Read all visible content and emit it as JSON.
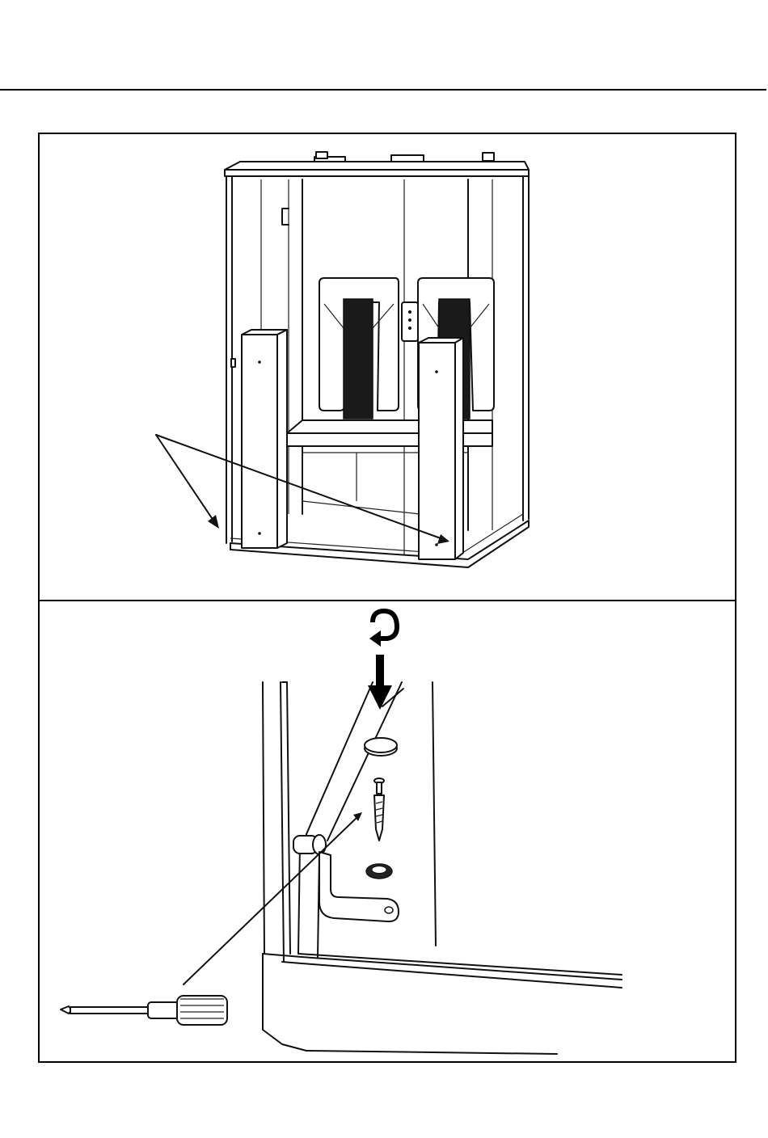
{
  "page": {
    "background": "#ffffff",
    "line_color": "#000000"
  },
  "figure_top": {
    "subject": "sauna-cabin-front-view",
    "callout_target": "bottom-corner-screw-holes"
  },
  "figure_bottom": {
    "subject": "corner-bracket-detail",
    "parts": [
      "screw-cap",
      "screw",
      "washer",
      "l-bracket",
      "screwdriver"
    ],
    "action": "rotate-and-insert"
  }
}
